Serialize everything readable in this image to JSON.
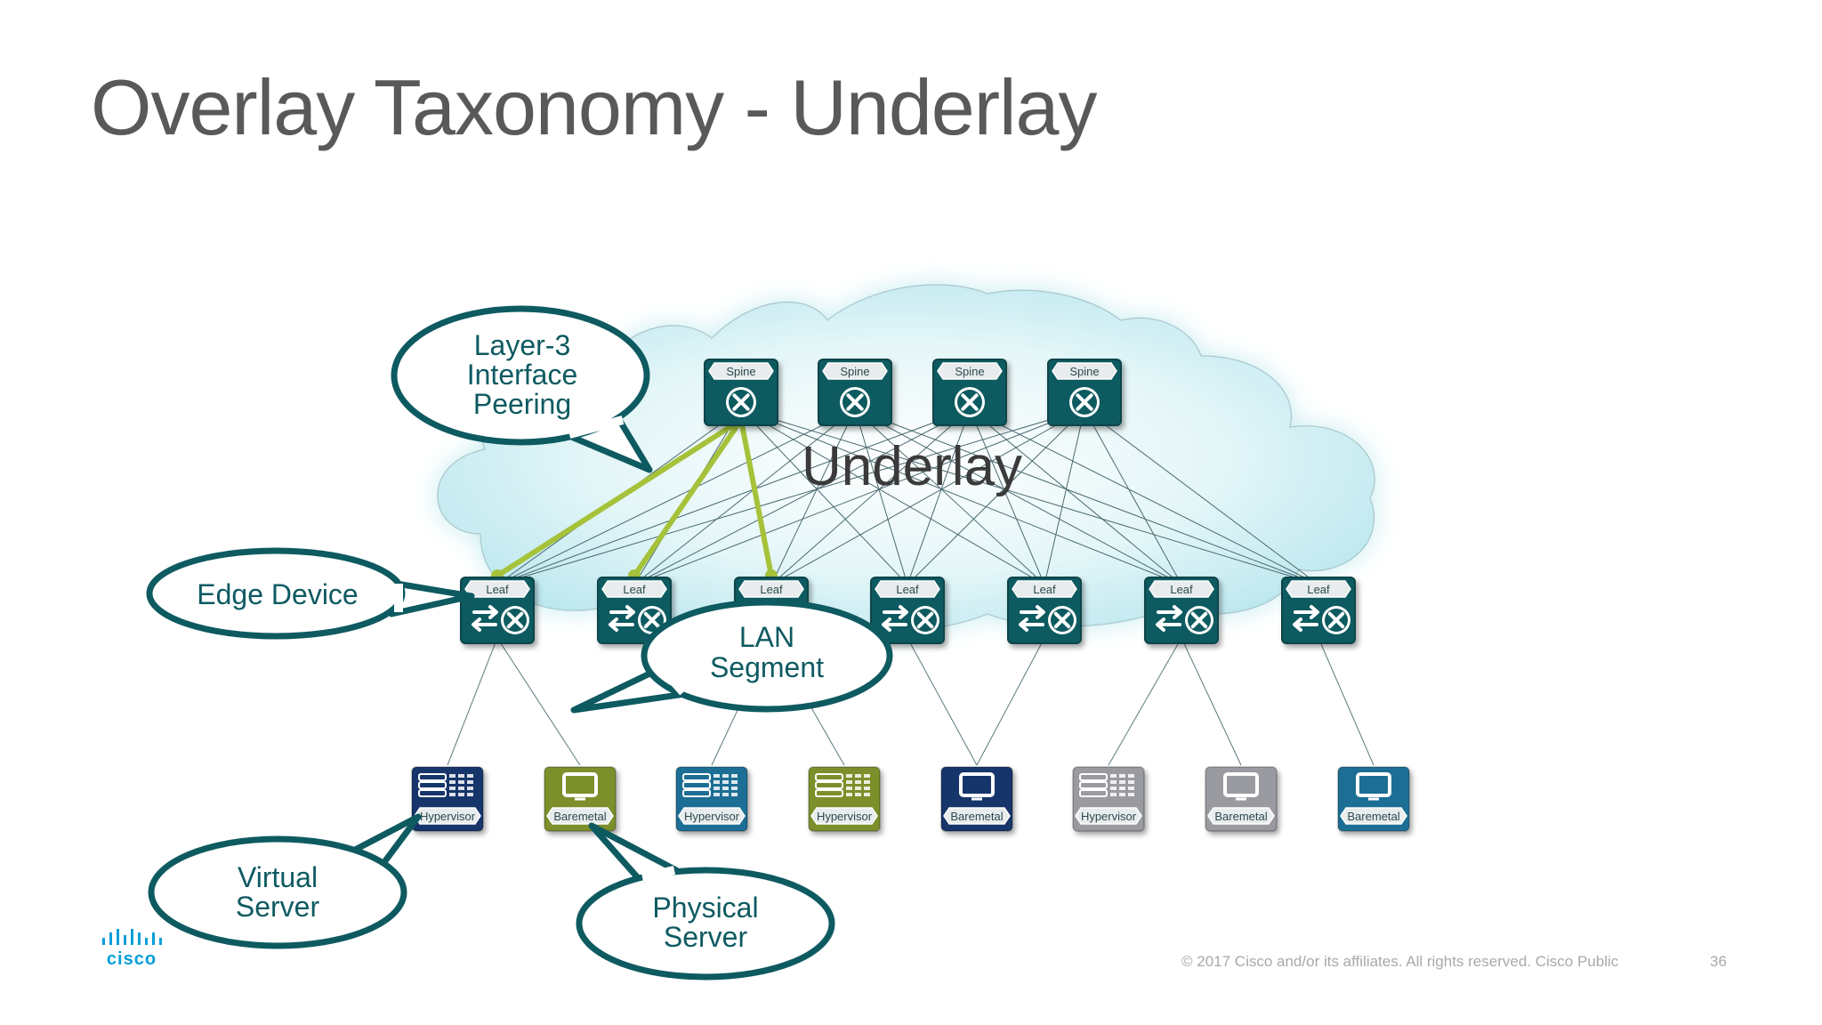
{
  "slide": {
    "title": "Overlay Taxonomy - Underlay",
    "cloud_label": "Underlay",
    "footer_text": "© 2017  Cisco and/or its affiliates. All rights reserved.   Cisco Public",
    "page_number": "36",
    "logo_text": "cisco"
  },
  "spines": [
    {
      "label": "Spine"
    },
    {
      "label": "Spine"
    },
    {
      "label": "Spine"
    },
    {
      "label": "Spine"
    }
  ],
  "leaves": [
    {
      "label": "Leaf"
    },
    {
      "label": "Leaf"
    },
    {
      "label": "Leaf"
    },
    {
      "label": "Leaf"
    },
    {
      "label": "Leaf"
    },
    {
      "label": "Leaf"
    },
    {
      "label": "Leaf"
    }
  ],
  "servers": [
    {
      "label": "Hypervisor",
      "kind": "hypervisor",
      "color": "#17366b"
    },
    {
      "label": "Baremetal",
      "kind": "baremetal",
      "color": "#7b8f2b"
    },
    {
      "label": "Hypervisor",
      "kind": "hypervisor",
      "color": "#1d6e95"
    },
    {
      "label": "Hypervisor",
      "kind": "hypervisor",
      "color": "#7b8f2b"
    },
    {
      "label": "Baremetal",
      "kind": "baremetal",
      "color": "#17366b"
    },
    {
      "label": "Hypervisor",
      "kind": "hypervisor",
      "color": "#9a9ba0"
    },
    {
      "label": "Baremetal",
      "kind": "baremetal",
      "color": "#9a9ba0"
    },
    {
      "label": "Baremetal",
      "kind": "baremetal",
      "color": "#1d6e95"
    }
  ],
  "callouts": {
    "layer3": [
      "Layer-3",
      "Interface",
      "Peering"
    ],
    "edge": [
      "Edge Device"
    ],
    "lan": [
      "LAN",
      "Segment"
    ],
    "virtual": [
      "Virtual",
      "Server"
    ],
    "physical": [
      "Physical",
      "Server"
    ]
  },
  "colors": {
    "device_teal": "#0e5a61",
    "callout_border": "#0e5a61",
    "peering_green": "#a6c23a",
    "cloud": "#bfe9ef",
    "title": "#58595b",
    "logo_blue": "#049fd9"
  }
}
